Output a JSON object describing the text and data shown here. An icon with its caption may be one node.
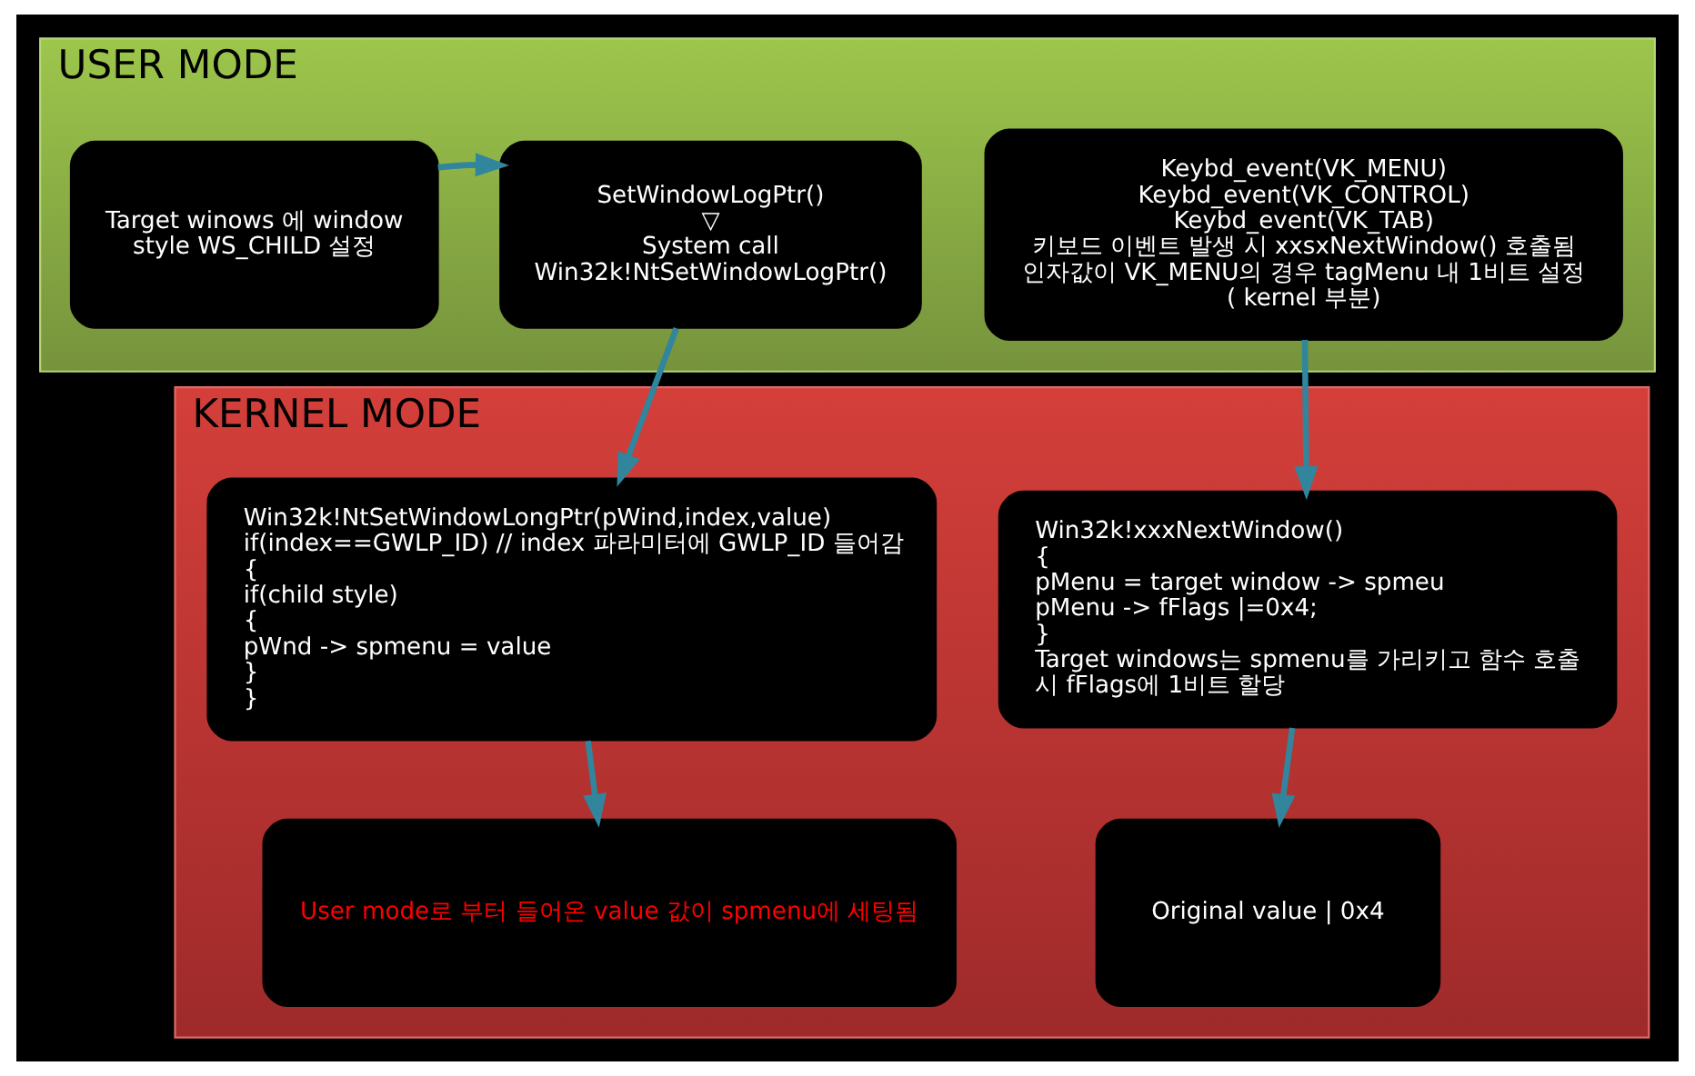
{
  "diagram": {
    "nodes": [
      {
        "text": [
          "USER MODE"
        ]
      },
      {
        "text": [
          "Target winows 에 window style WS_CHILD 설정"
        ],
        "in": 0
      },
      {
        "text": [
          "SetWindowLogPtr()",
          "▽",
          "System call Win32k!NtSetWindowLogPtr()"
        ],
        "in": 0
      },
      {
        "text": [
          "Keybd_event(VK_MENU)",
          "Keybd_event(VK_CONTROL)",
          "Keybd_event(VK_TAB)",
          "키보드 이벤트 발생 시 xxsxNextWindow() 호출됨",
          "인자값이 VK_MENU의 경우 tagMenu 내 1비트 설정",
          "( kernel 부분)"
        ],
        "in": 0
      },
      {
        "text": [
          "KERNEL MODE"
        ]
      },
      {
        "text": [
          "Win32k!NtSetWindowLongPtr(pWind,index,value)",
          "if(index==GWLP_ID) // index 파라미터에 GWLP_ID 들어감",
          "{",
          "if(child style)",
          "{",
          "pWnd -> spmenu = value",
          "}",
          "}"
        ],
        "in": 4
      },
      {
        "text": [
          "Win32k!xxxNextWindow()",
          "{",
          "pMenu = target window -> spmeu",
          "pMenu -> fFlags |=0x4;",
          "}",
          "Target windows는 spmenu를 가리키고 함수 호출 시 fFlags에 1비트 할당"
        ],
        "in": 4
      },
      {
        "text": [
          "User mode로 부터 들어온 value 값이 spmenu에 세팅됨"
        ],
        "in": 4
      },
      {
        "text": [
          "Original value | 0x4"
        ],
        "in": 4
      }
    ],
    "edges": [
      {
        "from": 1,
        "to": 2,
        "arrow": "to"
      },
      {
        "from": 2,
        "to": 5,
        "arrow": "to"
      },
      {
        "from": 3,
        "to": 6,
        "arrow": "to"
      },
      {
        "from": 5,
        "to": 7,
        "arrow": "to"
      },
      {
        "from": 6,
        "to": 8,
        "arrow": "to"
      }
    ]
  }
}
